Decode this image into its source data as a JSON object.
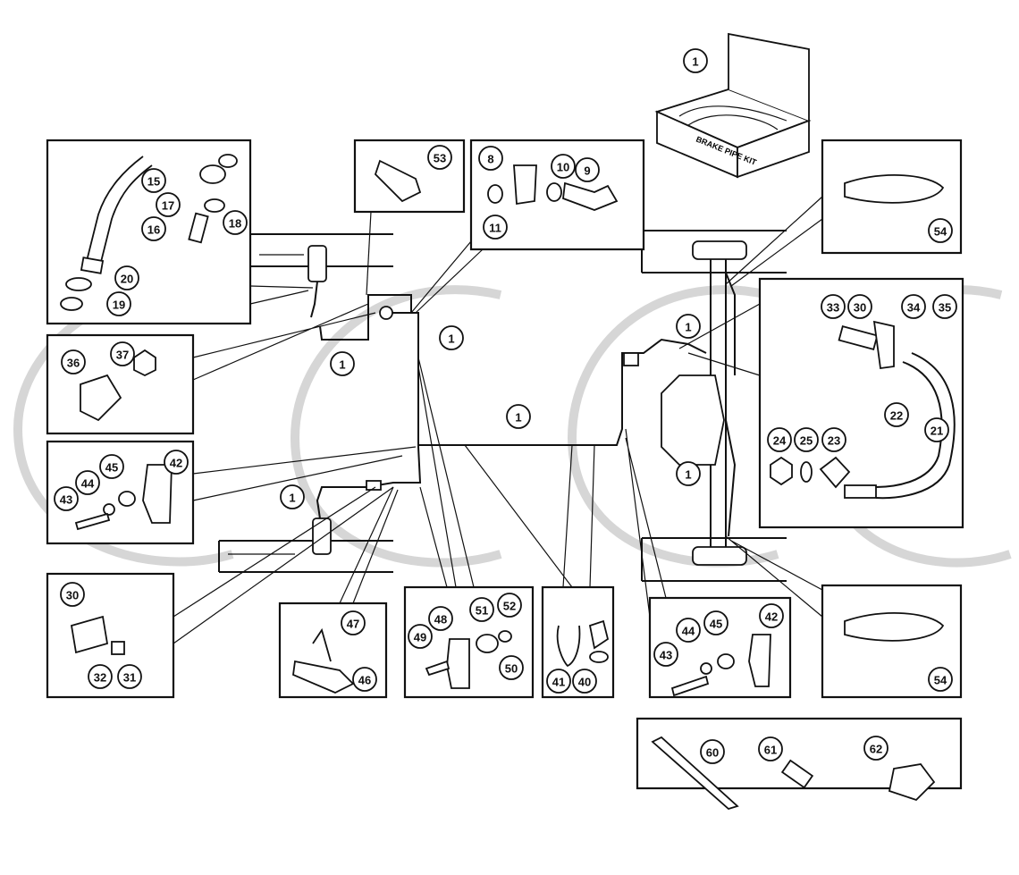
{
  "diagram": {
    "kit": {
      "callouts": [
        "1"
      ],
      "box_lettering": "BRAKE PIPE KIT"
    },
    "panels": [
      {
        "id": "hose-banjo",
        "callouts": [
          "15",
          "17",
          "16",
          "18",
          "20",
          "19"
        ]
      },
      {
        "id": "clip-53",
        "callouts": [
          "53"
        ]
      },
      {
        "id": "union-8-11",
        "callouts": [
          "8",
          "10",
          "9",
          "11"
        ]
      },
      {
        "id": "clamp-top",
        "callouts": [
          "54"
        ]
      },
      {
        "id": "rear-hose",
        "callouts": [
          "33",
          "30",
          "34",
          "35",
          "22",
          "21",
          "24",
          "25",
          "23"
        ]
      },
      {
        "id": "switch-36",
        "callouts": [
          "36",
          "37"
        ]
      },
      {
        "id": "clip-left",
        "callouts": [
          "45",
          "42",
          "44",
          "43"
        ]
      },
      {
        "id": "tee-30",
        "callouts": [
          "30",
          "32",
          "31"
        ]
      },
      {
        "id": "clip-46",
        "callouts": [
          "47",
          "46"
        ]
      },
      {
        "id": "clip-48",
        "callouts": [
          "48",
          "51",
          "52",
          "49",
          "50"
        ]
      },
      {
        "id": "clip-40",
        "callouts": [
          "41",
          "40"
        ]
      },
      {
        "id": "clip-right",
        "callouts": [
          "42",
          "45",
          "44",
          "43"
        ]
      },
      {
        "id": "clamp-bottom",
        "callouts": [
          "54"
        ]
      },
      {
        "id": "pipe-fittings",
        "callouts": [
          "60",
          "61",
          "62"
        ]
      }
    ],
    "main_callouts": [
      "1",
      "1",
      "1",
      "1",
      "1",
      "1"
    ]
  }
}
